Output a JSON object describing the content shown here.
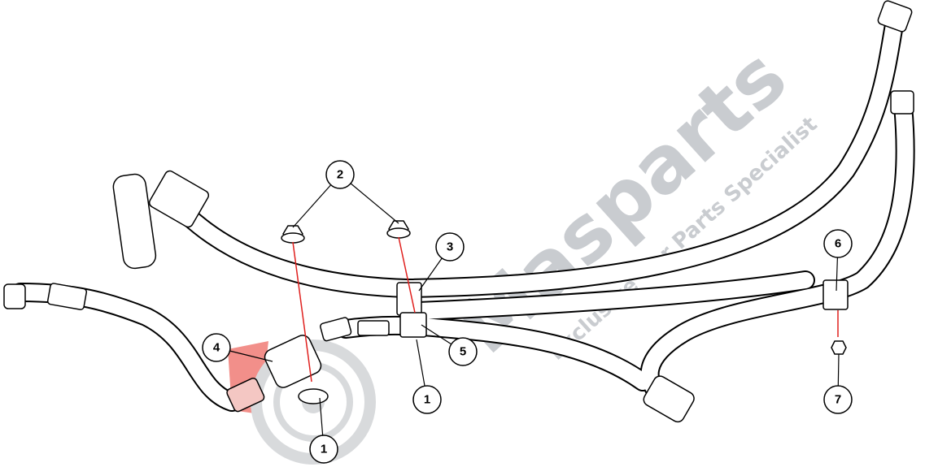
{
  "diagram": {
    "title": "Hose assembly exploded view",
    "callouts": [
      {
        "id": "callout-1-clamp",
        "label": "1"
      },
      {
        "id": "callout-1-valve",
        "label": "1"
      },
      {
        "id": "callout-2",
        "label": "2"
      },
      {
        "id": "callout-3",
        "label": "3"
      },
      {
        "id": "callout-4",
        "label": "4"
      },
      {
        "id": "callout-5",
        "label": "5"
      },
      {
        "id": "callout-6",
        "label": "6"
      },
      {
        "id": "callout-7",
        "label": "7"
      }
    ]
  },
  "watermark": {
    "brand": "Masparts",
    "tagline": "Exclusive Car Parts Specialist",
    "logo_color": "#e8342c",
    "text_color": "#c9ccd0"
  },
  "colors": {
    "line": "#000000",
    "bolt_axis": "#e0201e"
  }
}
